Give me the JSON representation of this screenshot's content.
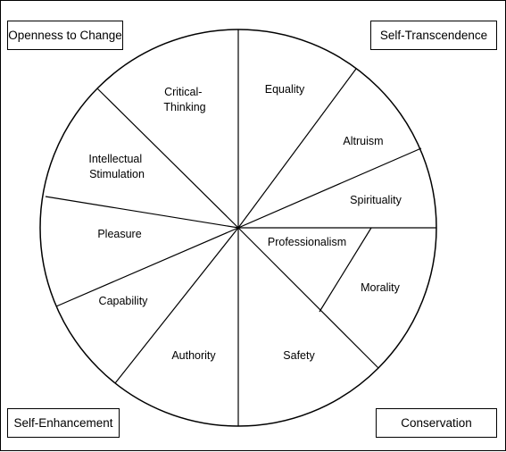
{
  "quadrants": {
    "top_left": "Openness to Change",
    "top_right": "Self-Transcendence",
    "bottom_left": "Self-Enhancement",
    "bottom_right": "Conservation"
  },
  "segments": [
    {
      "key": "critical_thinking",
      "lines": [
        "Critical-",
        "Thinking"
      ]
    },
    {
      "key": "equality",
      "lines": [
        "Equality"
      ]
    },
    {
      "key": "altruism",
      "lines": [
        "Altruism"
      ]
    },
    {
      "key": "spirituality",
      "lines": [
        "Spirituality"
      ]
    },
    {
      "key": "professionalism",
      "lines": [
        "Professionalism"
      ]
    },
    {
      "key": "morality",
      "lines": [
        "Morality"
      ]
    },
    {
      "key": "safety",
      "lines": [
        "Safety"
      ]
    },
    {
      "key": "authority",
      "lines": [
        "Authority"
      ]
    },
    {
      "key": "capability",
      "lines": [
        "Capability"
      ]
    },
    {
      "key": "pleasure",
      "lines": [
        "Pleasure"
      ]
    },
    {
      "key": "intellectual_stimulation",
      "lines": [
        "Intellectual",
        "Stimulation"
      ]
    }
  ]
}
